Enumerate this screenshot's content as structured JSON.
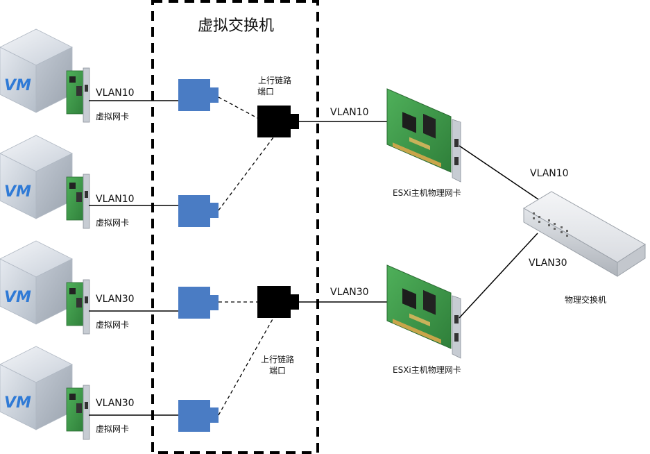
{
  "vswitch": {
    "title": "虚拟交换机"
  },
  "vms": [
    {
      "badge": "VM",
      "vlan": "VLAN10",
      "nic_label": "虚拟网卡"
    },
    {
      "badge": "VM",
      "vlan": "VLAN10",
      "nic_label": "虚拟网卡"
    },
    {
      "badge": "VM",
      "vlan": "VLAN30",
      "nic_label": "虚拟网卡"
    },
    {
      "badge": "VM",
      "vlan": "VLAN30",
      "nic_label": "虚拟网卡"
    }
  ],
  "uplinks": [
    {
      "line1": "上行链路",
      "line2": "端口",
      "vlan": "VLAN10"
    },
    {
      "line1": "上行链路",
      "line2": "端口",
      "vlan": "VLAN30"
    }
  ],
  "physical_nics": [
    {
      "label": "ESXi主机物理网卡"
    },
    {
      "label": "ESXi主机物理网卡"
    }
  ],
  "physical_switch": {
    "label": "物理交换机",
    "link_top_vlan": "VLAN10",
    "link_bottom_vlan": "VLAN30"
  },
  "colors": {
    "vnic_port": "#4a7cc4",
    "uplink_port": "#000000",
    "pcb": "#3f9a4a",
    "vm_cube": "#d7dde6"
  }
}
